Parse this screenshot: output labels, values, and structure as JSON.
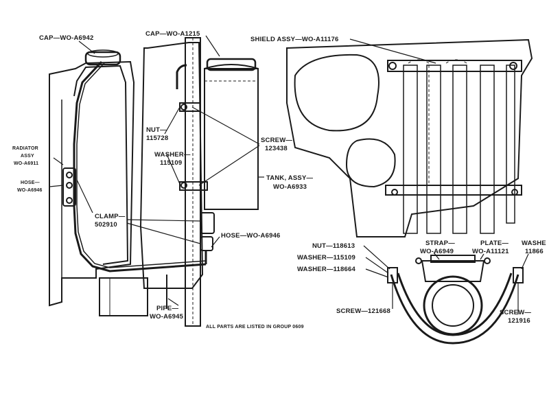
{
  "labels": {
    "cap_a6942": "CAP—WO-A6942",
    "cap_a1215": "CAP—WO-A1215",
    "shield": "SHIELD ASSY—WO-A11176",
    "radiator_l1": "RADIATOR",
    "radiator_l2": "ASSY",
    "radiator_l3": "WO-A6911",
    "hose_small_l1": "HOSE—",
    "hose_small_l2": "WO-A6946",
    "nut_115728_l1": "NUT—",
    "nut_115728_l2": "115728",
    "washer_115109_l1": "WASHER—",
    "washer_115109_l2": "115109",
    "screw_123438_l1": "SCREW—",
    "screw_123438_l2": "123438",
    "tank_l1": "TANK, ASSY—",
    "tank_l2": "WO-A6933",
    "clamp_l1": "CLAMP—",
    "clamp_l2": "502910",
    "hose_a6946": "HOSE—WO-A6946",
    "pipe_l1": "PIPE—",
    "pipe_l2": "WO-A6945",
    "footer": "ALL PARTS ARE LISTED IN GROUP 0609",
    "nut_118613": "NUT—118613",
    "washer_115109b": "WASHER—115109",
    "washer_118664": "WASHER—118664",
    "strap_l1": "STRAP—",
    "strap_l2": "WO-A6949",
    "plate_l1": "PLATE—",
    "plate_l2": "WO-A11121",
    "washer_right_l1": "WASHE",
    "washer_right_l2": "11866",
    "screw_121668": "SCREW—121668",
    "screw_121916_l1": "SCREW—",
    "screw_121916_l2": "121916"
  }
}
